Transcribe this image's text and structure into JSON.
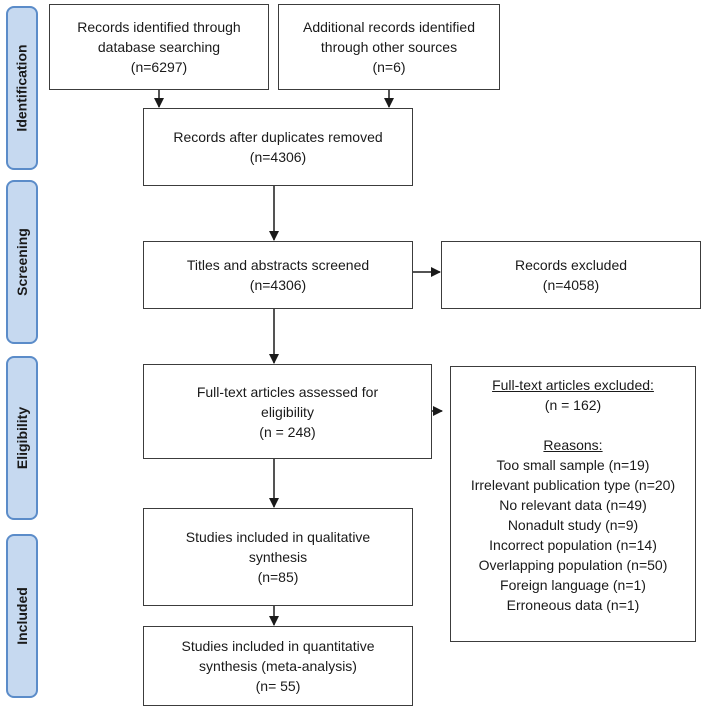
{
  "phases": {
    "identification": "Identification",
    "screening": "Screening",
    "eligibility": "Eligibility",
    "included": "Included"
  },
  "boxes": {
    "db_search": {
      "lines": [
        "Records identified through",
        "database searching",
        "(n=6297)"
      ]
    },
    "other_sources": {
      "lines": [
        "Additional records identified",
        "through other sources",
        "(n=6)"
      ]
    },
    "duplicates_removed": {
      "lines": [
        "Records after duplicates removed",
        "(n=4306)"
      ]
    },
    "screened": {
      "lines": [
        "Titles and abstracts screened",
        "(n=4306)"
      ]
    },
    "records_excluded": {
      "lines": [
        "Records excluded",
        "(n=4058)"
      ]
    },
    "fulltext_assessed": {
      "lines": [
        "Full-text articles assessed for",
        "eligibility",
        "(n = 248)"
      ]
    },
    "fulltext_excluded": {
      "heading": "Full-text articles excluded:",
      "count": "(n = 162)",
      "reasons_title": "Reasons:",
      "reasons": [
        "Too small sample (n=19)",
        "Irrelevant publication type (n=20)",
        "No relevant data (n=49)",
        "Nonadult study (n=9)",
        "Incorrect population (n=14)",
        "Overlapping population (n=50)",
        "Foreign language (n=1)",
        "Erroneous data (n=1)"
      ]
    },
    "qualitative": {
      "lines": [
        "Studies included in qualitative",
        "synthesis",
        "(n=85)"
      ]
    },
    "quantitative": {
      "lines": [
        "Studies included in quantitative",
        "synthesis (meta-analysis)",
        "(n= 55)"
      ]
    }
  }
}
